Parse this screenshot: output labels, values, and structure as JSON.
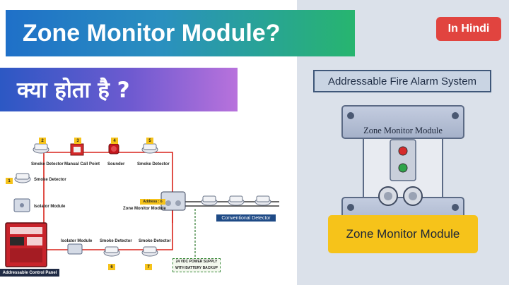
{
  "banner": {
    "title": "Zone Monitor Module?",
    "subtitle": "क्या होता है ?"
  },
  "badge": "In Hindi",
  "system_title": "Addressable Fire Alarm System",
  "module": {
    "label_on_device": "Zone Monitor Module",
    "caption": "Zone Monitor Module"
  },
  "diagram": {
    "labels": {
      "smoke_detector": "Smoke Detector",
      "manual_call_point": "Manual Call Point",
      "sounder": "Sounder",
      "isolator_module": "Isolator Module",
      "address": "Address : 6",
      "zone_monitor_module": "Zone Monitor Module",
      "conventional_detector": "Conventional Detector",
      "control_panel": "Addressable Control Panel",
      "psu_line1": "24 VDC POWER SUPPLY",
      "psu_line2": "WITH BATTERY BACKUP"
    },
    "numbers": [
      "1",
      "2",
      "3",
      "4",
      "5",
      "6",
      "7"
    ]
  },
  "colors": {
    "loop": "#d9241c",
    "accent_yellow": "#f6c31a",
    "panel_red": "#c8232b"
  }
}
